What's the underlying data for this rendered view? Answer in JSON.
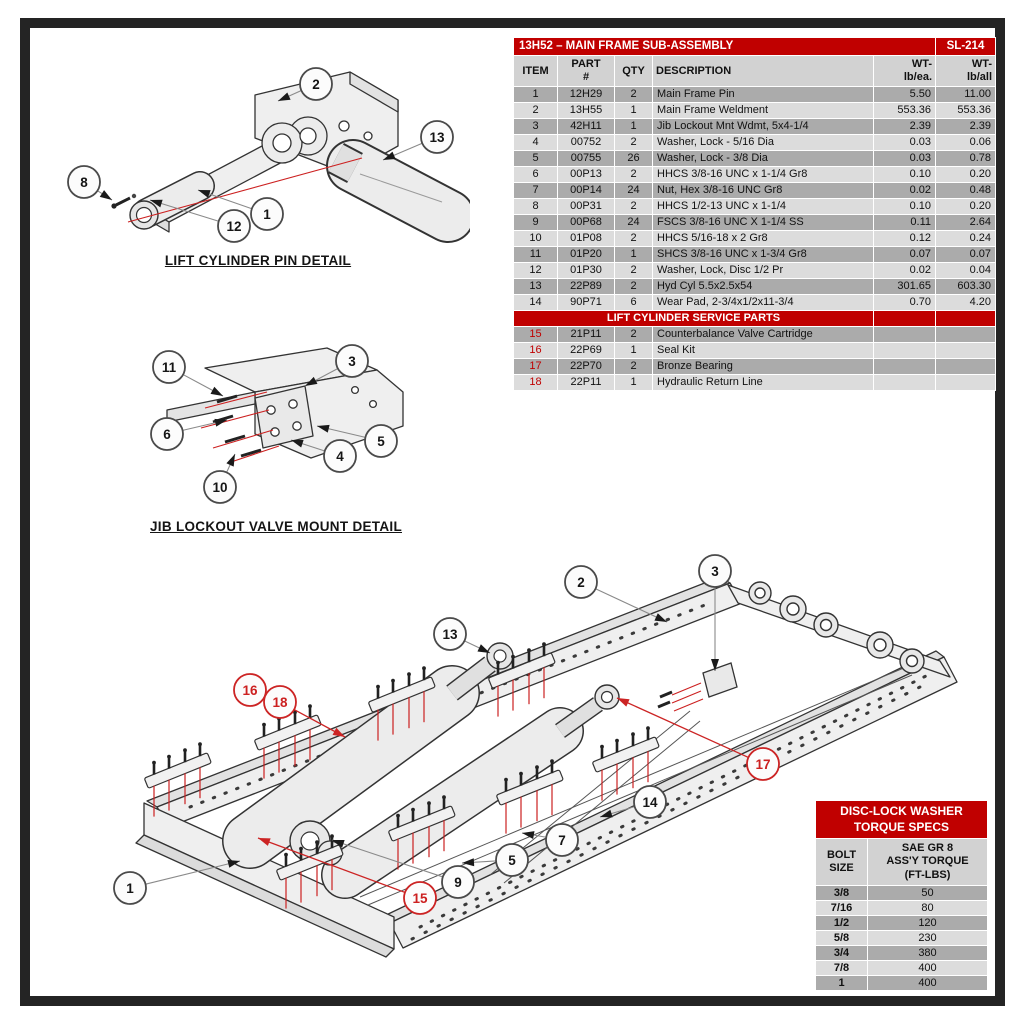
{
  "colors": {
    "header_red": "#c00000",
    "red_accent": "#cc2020",
    "row_dark": "#ababab",
    "row_light": "#dcdcdc",
    "header_cell_gray": "#d2d2d2",
    "page_border": "#242424"
  },
  "pin_detail": {
    "title": "LIFT CYLINDER PIN DETAIL",
    "balloons": [
      {
        "label": "2",
        "red": false
      },
      {
        "label": "13",
        "red": false
      },
      {
        "label": "8",
        "red": false
      },
      {
        "label": "12",
        "red": false
      },
      {
        "label": "1",
        "red": false
      }
    ]
  },
  "jib_detail": {
    "title": "JIB LOCKOUT VALVE MOUNT DETAIL",
    "balloons": [
      {
        "label": "11",
        "red": false
      },
      {
        "label": "3",
        "red": false
      },
      {
        "label": "6",
        "red": false
      },
      {
        "label": "5",
        "red": false
      },
      {
        "label": "4",
        "red": false
      },
      {
        "label": "10",
        "red": false
      }
    ]
  },
  "main_drawing": {
    "balloons": [
      {
        "label": "13",
        "red": false
      },
      {
        "label": "2",
        "red": false
      },
      {
        "label": "3",
        "red": false
      },
      {
        "label": "16",
        "red": true
      },
      {
        "label": "18",
        "red": true
      },
      {
        "label": "17",
        "red": true
      },
      {
        "label": "14",
        "red": false
      },
      {
        "label": "7",
        "red": false
      },
      {
        "label": "5",
        "red": false
      },
      {
        "label": "9",
        "red": false
      },
      {
        "label": "15",
        "red": true
      },
      {
        "label": "1",
        "red": false
      }
    ]
  },
  "parts_table": {
    "title": "13H52 – MAIN FRAME SUB-ASSEMBLY",
    "sheet": "SL-214",
    "columns": [
      "ITEM",
      "PART\n#",
      "QTY",
      "DESCRIPTION",
      "WT-\nlb/ea.",
      "WT-\nlb/all"
    ],
    "rows": [
      [
        "1",
        "12H29",
        "2",
        "Main Frame Pin",
        "5.50",
        "11.00"
      ],
      [
        "2",
        "13H55",
        "1",
        "Main Frame Weldment",
        "553.36",
        "553.36"
      ],
      [
        "3",
        "42H11",
        "1",
        "Jib Lockout Mnt Wdmt, 5x4-1/4",
        "2.39",
        "2.39"
      ],
      [
        "4",
        "00752",
        "2",
        "Washer, Lock - 5/16 Dia",
        "0.03",
        "0.06"
      ],
      [
        "5",
        "00755",
        "26",
        "Washer, Lock - 3/8 Dia",
        "0.03",
        "0.78"
      ],
      [
        "6",
        "00P13",
        "2",
        "HHCS 3/8-16 UNC x 1-1/4 Gr8",
        "0.10",
        "0.20"
      ],
      [
        "7",
        "00P14",
        "24",
        "Nut, Hex 3/8-16 UNC Gr8",
        "0.02",
        "0.48"
      ],
      [
        "8",
        "00P31",
        "2",
        "HHCS 1/2-13 UNC x 1-1/4",
        "0.10",
        "0.20"
      ],
      [
        "9",
        "00P68",
        "24",
        "FSCS 3/8-16 UNC X 1-1/4 SS",
        "0.11",
        "2.64"
      ],
      [
        "10",
        "01P08",
        "2",
        "HHCS 5/16-18 x 2 Gr8",
        "0.12",
        "0.24"
      ],
      [
        "11",
        "01P20",
        "1",
        "SHCS 3/8-16 UNC x 1-3/4 Gr8",
        "0.07",
        "0.07"
      ],
      [
        "12",
        "01P30",
        "2",
        "Washer, Lock, Disc 1/2 Pr",
        "0.02",
        "0.04"
      ],
      [
        "13",
        "22P89",
        "2",
        "Hyd Cyl 5.5x2.5x54",
        "301.65",
        "603.30"
      ],
      [
        "14",
        "90P71",
        "6",
        "Wear Pad, 2-3/4x1/2x11-3/4",
        "0.70",
        "4.20"
      ]
    ],
    "service_title": "LIFT CYLINDER SERVICE PARTS",
    "service_rows": [
      [
        "15",
        "21P11",
        "2",
        "Counterbalance Valve Cartridge",
        "",
        ""
      ],
      [
        "16",
        "22P69",
        "1",
        "Seal Kit",
        "",
        ""
      ],
      [
        "17",
        "22P70",
        "2",
        "Bronze Bearing",
        "",
        ""
      ],
      [
        "18",
        "22P11",
        "1",
        "Hydraulic Return Line",
        "",
        ""
      ]
    ]
  },
  "torque_table": {
    "title": "DISC-LOCK WASHER\nTORQUE SPECS",
    "col_bolt": "BOLT\nSIZE",
    "col_torque": "SAE GR 8\nASS'Y TORQUE\n(FT-LBS)",
    "rows": [
      [
        "3/8",
        "50"
      ],
      [
        "7/16",
        "80"
      ],
      [
        "1/2",
        "120"
      ],
      [
        "5/8",
        "230"
      ],
      [
        "3/4",
        "380"
      ],
      [
        "7/8",
        "400"
      ],
      [
        "1",
        "400"
      ]
    ]
  }
}
